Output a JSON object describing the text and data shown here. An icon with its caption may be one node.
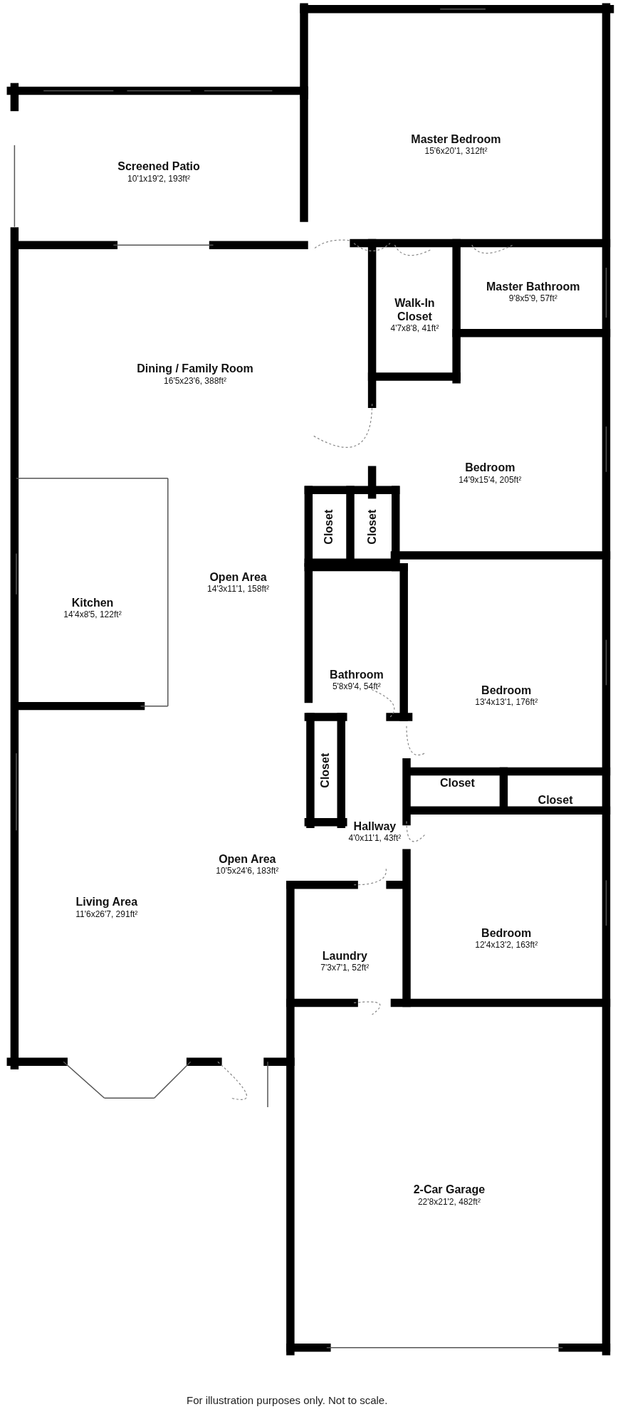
{
  "diagram": {
    "nodes": [
      {
        "text": [
          "Master Bedroom",
          "15'6x20'1, 312ft²"
        ]
      },
      {
        "text": [
          "Screened Patio",
          "10'1x19'2, 193ft²"
        ]
      },
      {
        "text": [
          "Dining / Family Room",
          "16'5x23'6, 388ft²"
        ]
      },
      {
        "text": [
          "Master Bathroom",
          "9'8x5'9, 57ft²"
        ]
      },
      {
        "text": [
          "Walk-In Closet",
          "4'7x8'8, 41ft²"
        ]
      },
      {
        "text": [
          "Bedroom",
          "14'9x15'4, 205ft²"
        ]
      },
      {
        "text": [
          "Closet"
        ]
      },
      {
        "text": [
          "Closet"
        ]
      },
      {
        "text": [
          "Kitchen",
          "14'4x8'5, 122ft²"
        ]
      },
      {
        "text": [
          "Open Area",
          "14'3x11'1, 158ft²"
        ]
      },
      {
        "text": [
          "Bathroom",
          "5'8x9'4, 54ft²"
        ]
      },
      {
        "text": [
          "Bedroom",
          "13'4x13'1, 176ft²"
        ]
      },
      {
        "text": [
          "Closet"
        ]
      },
      {
        "text": [
          "Closet"
        ]
      },
      {
        "text": [
          "Closet"
        ]
      },
      {
        "text": [
          "Hallway",
          "4'0x11'1, 43ft²"
        ]
      },
      {
        "text": [
          "Open Area",
          "10'5x24'6, 183ft²"
        ]
      },
      {
        "text": [
          "Living Area",
          "11'6x26'7, 291ft²"
        ]
      },
      {
        "text": [
          "Laundry",
          "7'3x7'1, 52ft²"
        ]
      },
      {
        "text": [
          "Bedroom",
          "12'4x13'2, 163ft²"
        ]
      },
      {
        "text": [
          "2-Car Garage",
          "22'8x21'2, 482ft²"
        ]
      }
    ],
    "labels": [
      "For illustration purposes only. Not to scale."
    ]
  }
}
